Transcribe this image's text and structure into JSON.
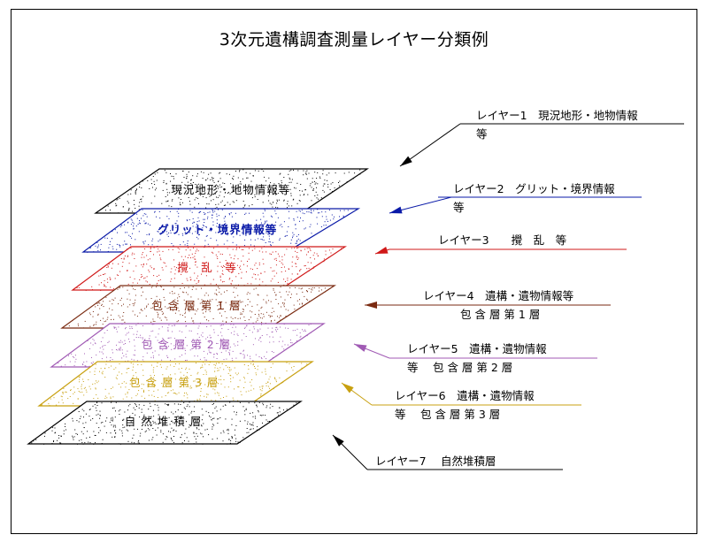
{
  "title": "3次元遺構調査測量レイヤー分類例",
  "colors": {
    "black": "#000000",
    "blue": "#0a1aa8",
    "red": "#d01818",
    "brown": "#7a2a10",
    "purple": "#a05ab4",
    "gold": "#c8a010"
  },
  "planes": [
    {
      "key": "genkyo",
      "label": "現況地形・地物情報等",
      "color": "black"
    },
    {
      "key": "grid",
      "label": "グリット・境界情報等",
      "color": "blue"
    },
    {
      "key": "kakuran",
      "label": "攪　乱　等",
      "color": "red"
    },
    {
      "key": "hogan1",
      "label": "包 含 層 第 1 層",
      "color": "brown"
    },
    {
      "key": "hogan2",
      "label": "包 含 層 第 2 層",
      "color": "purple"
    },
    {
      "key": "hogan3",
      "label": "包 含 層 第 3 層",
      "color": "gold"
    },
    {
      "key": "shizen",
      "label": "自 然 堆 積 層",
      "color": "black"
    }
  ],
  "layers": [
    {
      "key": "l1",
      "line1": "レイヤー1　現況地形・地物情報",
      "line2": "等",
      "color": "black"
    },
    {
      "key": "l2",
      "line1": "レイヤー2　グリット・境界情報",
      "line2": "等",
      "color": "blue"
    },
    {
      "key": "l3",
      "line1": "レイヤー3　　攪　乱　等",
      "line2": "",
      "color": "red"
    },
    {
      "key": "l4",
      "line1": "レイヤー4　遺構・遺物情報等",
      "line2": "包 含 層 第 1 層",
      "color": "brown"
    },
    {
      "key": "l5",
      "line1": "レイヤー5　遺構・遺物情報",
      "line2": "等　 包 含 層 第 2 層",
      "color": "purple"
    },
    {
      "key": "l6",
      "line1": "レイヤー6　遺構・遺物情報",
      "line2": "等　 包 含 層 第 3 層",
      "color": "gold"
    },
    {
      "key": "l7",
      "line1": "レイヤー7　 自然堆積層",
      "line2": "",
      "color": "black"
    }
  ]
}
